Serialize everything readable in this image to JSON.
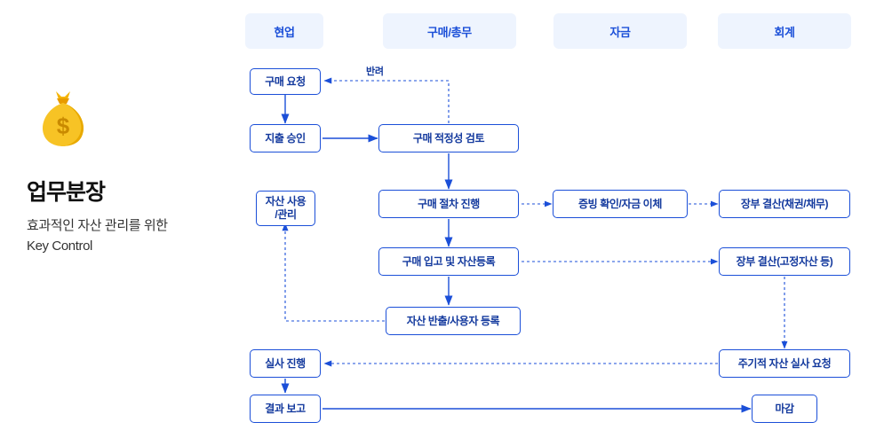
{
  "panel": {
    "icon": "money-bag-icon",
    "title": "업무분장",
    "subtitle_line1": "효과적인 자산 관리를 위한",
    "subtitle_line2": "Key Control"
  },
  "colors": {
    "accent": "#1b4fd8",
    "lane_header_bg": "#eef4fe",
    "node_text": "#143a9e",
    "solid_arrow": "#1b4fd8",
    "dotted_arrow": "#1b4fd8"
  },
  "lanes": [
    {
      "label": "현업"
    },
    {
      "label": "구매/총무"
    },
    {
      "label": "자금"
    },
    {
      "label": "회계"
    }
  ],
  "nodes": [
    {
      "id": "n1",
      "label": "구매 요청"
    },
    {
      "id": "n2",
      "label": "지출 승인"
    },
    {
      "id": "n3",
      "label": "구매 적정성 검토"
    },
    {
      "id": "n4",
      "label": "자산 사용\n/관리"
    },
    {
      "id": "n5",
      "label": "구매 절차 진행"
    },
    {
      "id": "n6",
      "label": "증빙 확인/자금 이체"
    },
    {
      "id": "n7",
      "label": "장부 결산(채권/채무)"
    },
    {
      "id": "n8",
      "label": "구매 입고 및 자산등록"
    },
    {
      "id": "n9",
      "label": "장부 결산(고정자산 등)"
    },
    {
      "id": "n10",
      "label": "자산 반출/사용자 등록"
    },
    {
      "id": "n11",
      "label": "실사 진행"
    },
    {
      "id": "n12",
      "label": "주기적 자산 실사 요청"
    },
    {
      "id": "n13",
      "label": "결과 보고"
    },
    {
      "id": "n14",
      "label": "마감"
    }
  ],
  "edge_labels": [
    {
      "id": "e-reject",
      "label": "반려"
    }
  ]
}
